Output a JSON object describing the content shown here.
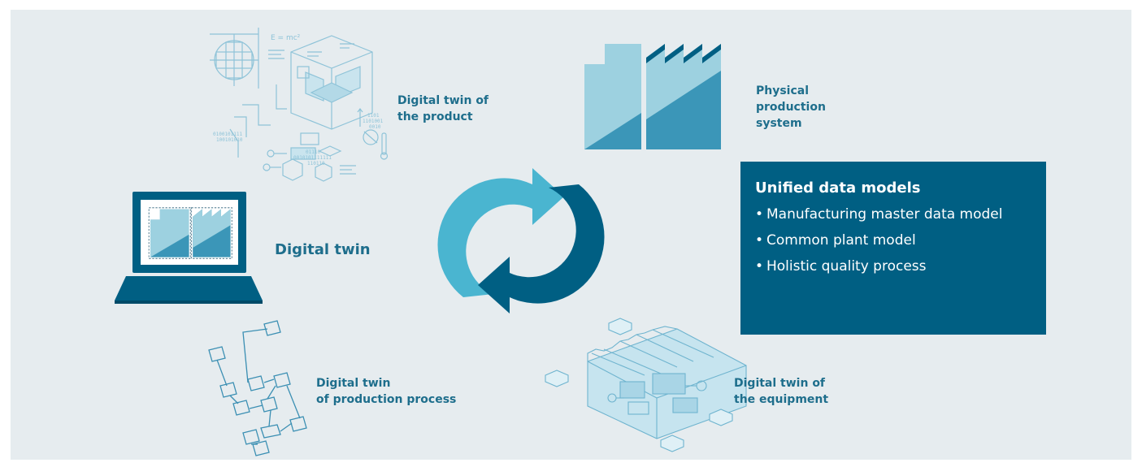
{
  "labels": {
    "product": [
      "Digital twin of",
      "the product"
    ],
    "physical": [
      "Physical",
      "production",
      "system"
    ],
    "digital_twin": "Digital twin",
    "process": [
      "Digital twin",
      "of production process"
    ],
    "equipment": [
      "Digital twin of",
      "the equipment"
    ]
  },
  "unified_data_models": {
    "title": "Unified data models",
    "items": [
      "Manufacturing master data model",
      "Common plant model",
      "Holistic quality process"
    ]
  },
  "illustration_text": {
    "formula": "E = mc²",
    "binary": [
      "1101",
      "1101001",
      "0010",
      "0100101111",
      "100101010",
      "01110",
      "0010101111111",
      "110110"
    ]
  },
  "colors": {
    "background": "#e6ecef",
    "label_text": "#1e6e8c",
    "box_fill": "#005f83",
    "box_text": "#ffffff",
    "arrow_light": "#4ab5d0",
    "arrow_dark": "#005f83",
    "factory_light": "#9dd1e0",
    "factory_dark": "#3b96b8",
    "line_art": "#8ec3d8",
    "laptop": "#005f83"
  },
  "icons": [
    "refresh-cycle-icon",
    "factory-icon",
    "laptop-icon",
    "product-blueprint-icon",
    "process-flowchart-icon",
    "plant-equipment-icon"
  ]
}
